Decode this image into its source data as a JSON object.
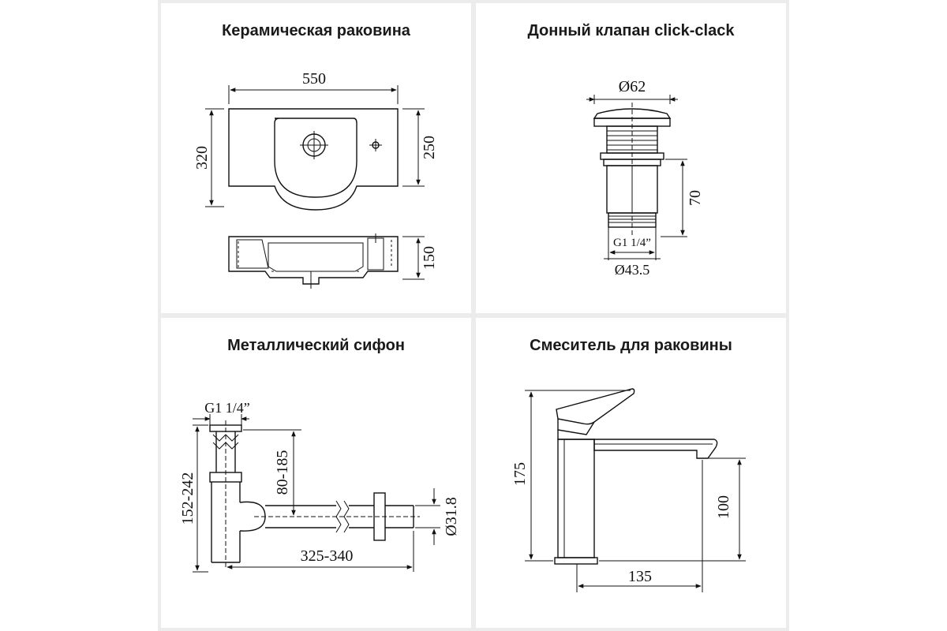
{
  "panels": {
    "sink": {
      "title": "Керамическая раковина",
      "dims": {
        "width": "550",
        "depth": "320",
        "bowl_depth": "250",
        "height": "150"
      }
    },
    "valve": {
      "title": "Донный клапан click-clack",
      "dims": {
        "top_diameter": "Ø62",
        "height": "70",
        "thread": "G1 1/4”",
        "bottom_diameter": "Ø43.5"
      }
    },
    "siphon": {
      "title": "Металлический сифон",
      "dims": {
        "thread": "G1 1/4”",
        "height_range": "152-242",
        "outlet_height": "80-185",
        "length_range": "325-340",
        "pipe_diameter": "Ø31.8"
      }
    },
    "faucet": {
      "title": "Смеситель для раковины",
      "dims": {
        "total_height": "175",
        "spout_height": "100",
        "spout_reach": "135"
      }
    }
  },
  "colors": {
    "line": "#111111",
    "divider": "#ececec",
    "background": "#ffffff"
  }
}
